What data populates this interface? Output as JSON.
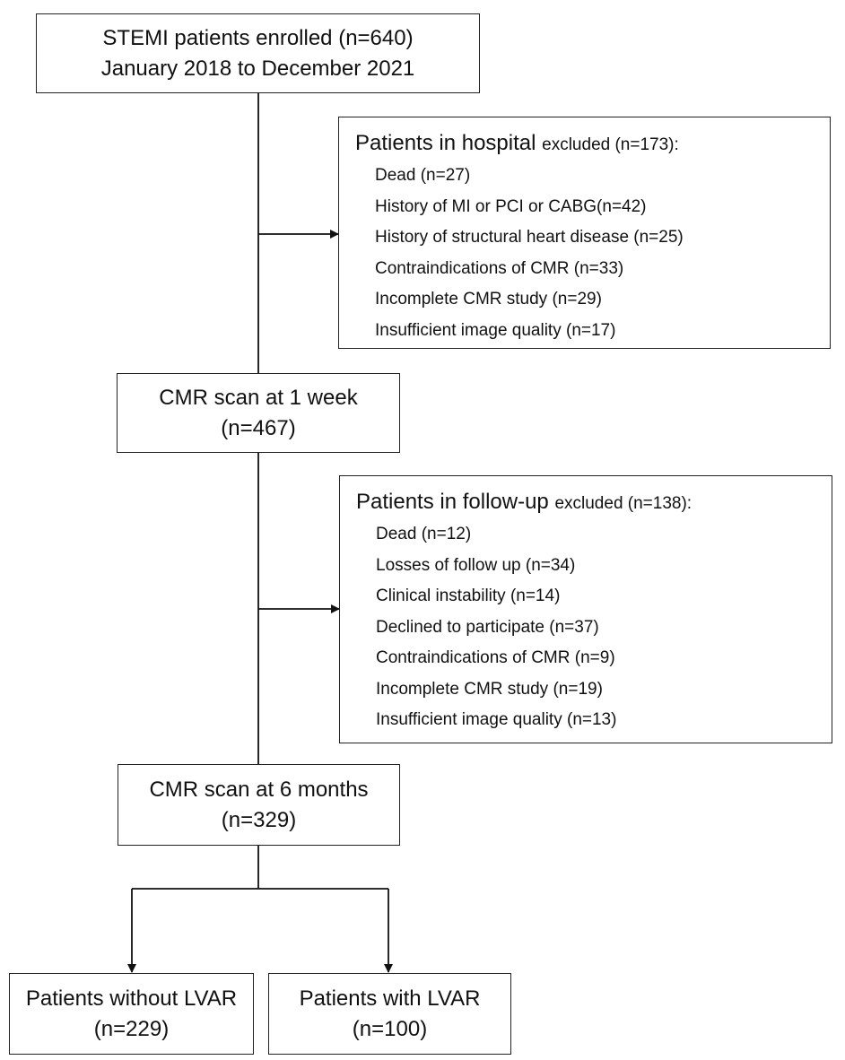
{
  "enrolled": {
    "line1": "STEMI patients enrolled (n=640)",
    "line2": "January 2018 to December 2021"
  },
  "hospital_exclusion": {
    "title_main": "Patients in hospital",
    "title_suffix": "excluded (n=173):",
    "items": [
      "Dead (n=27)",
      "History of MI or PCI or CABG(n=42)",
      "History of structural heart disease (n=25)",
      "Contraindications of CMR (n=33)",
      "Incomplete CMR study (n=29)",
      "Insufficient image quality (n=17)"
    ]
  },
  "scan_1week": {
    "line1": "CMR scan at 1 week",
    "line2": "(n=467)"
  },
  "followup_exclusion": {
    "title_main": "Patients in follow-up",
    "title_suffix": "excluded (n=138):",
    "items": [
      "Dead (n=12)",
      "Losses of follow up (n=34)",
      "Clinical instability (n=14)",
      "Declined to participate (n=37)",
      "Contraindications of CMR (n=9)",
      "Incomplete CMR study (n=19)",
      "Insufficient image quality (n=13)"
    ]
  },
  "scan_6months": {
    "line1": "CMR scan at 6 months",
    "line2": "(n=329)"
  },
  "without_lvar": {
    "line1": "Patients without LVAR",
    "line2": "(n=229)"
  },
  "with_lvar": {
    "line1": "Patients with LVAR",
    "line2": "(n=100)"
  },
  "colors": {
    "line": "#111111",
    "border": "#222222",
    "text": "#111111"
  }
}
